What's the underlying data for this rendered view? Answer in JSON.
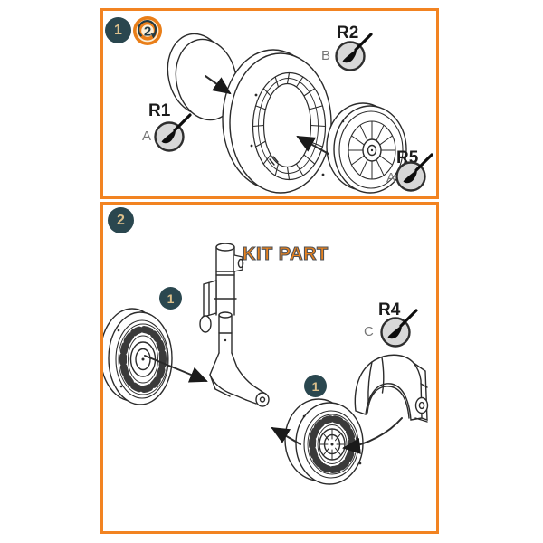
{
  "colors": {
    "panel_border_orange": "#F28321",
    "badge_teal": "#2A474F",
    "badge_numeral_tan": "#DDC18C",
    "kit_part_orange": "#E8821E",
    "quantity_icon_orange": "#E97E18",
    "line_art": "#2B2B2B",
    "brush_icon_gray": "#D8D8D8"
  },
  "step1": {
    "badge": "1",
    "quantity": "2",
    "parts": [
      {
        "code": "R1",
        "variant": "A"
      },
      {
        "code": "R2",
        "variant": "B"
      },
      {
        "code": "R5",
        "variant": "A"
      }
    ]
  },
  "step2": {
    "badge": "2",
    "kit_part_label": "KIT PART",
    "parts": [
      {
        "code": "R4",
        "variant": "C"
      }
    ],
    "sub_badges": [
      "1",
      "1"
    ]
  }
}
